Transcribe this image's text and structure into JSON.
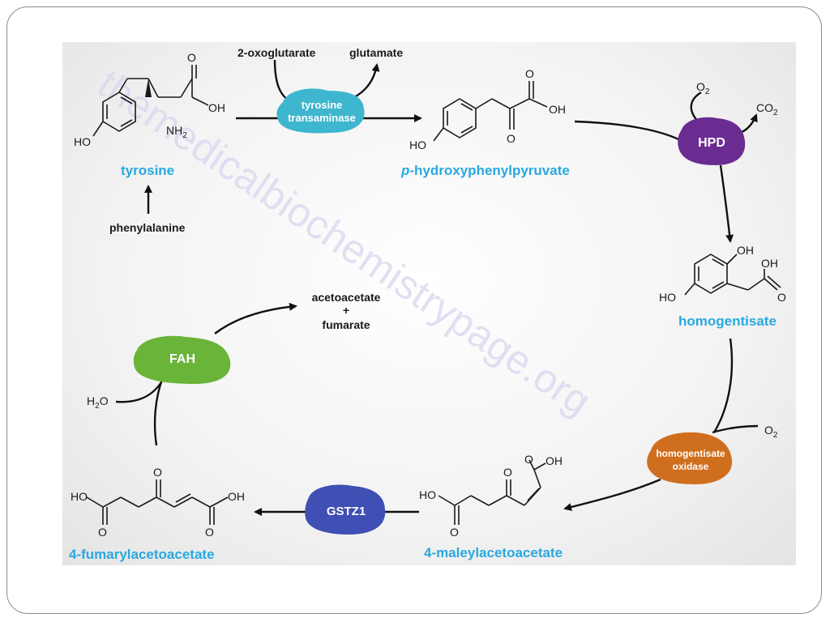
{
  "watermark": "themedicalbiochemistrypage.org",
  "compounds": {
    "tyrosine": "tyrosine",
    "phenylalanine": "phenylalanine",
    "hpp_prefix": "p",
    "hpp_rest": "-hydroxyphenylpyruvate",
    "homogentisate": "homogentisate",
    "maleylacetoacetate": "4-maleylacetoacetate",
    "fumarylacetoacetate": "4-fumarylacetoacetate",
    "product_1": "acetoacetate",
    "product_plus": "+",
    "product_2": "fumarate"
  },
  "cosubstrates": {
    "oxoglutarate": "2-oxoglutarate",
    "glutamate": "glutamate",
    "o2_a": "O",
    "o2_a_sub": "2",
    "co2": "CO",
    "co2_sub": "2",
    "o2_b": "O",
    "o2_b_sub": "2",
    "h2o": "H",
    "h2o_sub": "2",
    "h2o_end": "O"
  },
  "enzymes": {
    "tat_line1": "tyrosine",
    "tat_line2": "transaminase",
    "hpd": "HPD",
    "hgd_line1": "homogentisate",
    "hgd_line2": "oxidase",
    "gstz1": "GSTZ1",
    "fah": "FAH"
  },
  "atoms": {
    "oh": "OH",
    "ho": "HO",
    "o": "O",
    "nh": "NH",
    "nh_sub": "2"
  },
  "colors": {
    "compound_name": "#29a8e0",
    "tyrosine_transaminase": "#3fb6cf",
    "hpd": "#6a2c91",
    "homogentisate_oxidase": "#cf6f1e",
    "gstz1": "#3f4fb3",
    "fah": "#6ab43a"
  }
}
